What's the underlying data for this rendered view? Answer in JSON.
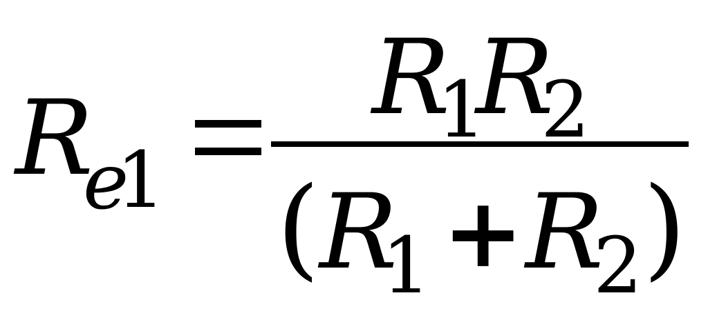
{
  "equation": {
    "lhs": {
      "symbol": "R",
      "subscript_letter": "e",
      "subscript_number": "1"
    },
    "equals": "=",
    "numerator": {
      "first_symbol": "R",
      "first_subscript": "1",
      "second_symbol": "R",
      "second_subscript": "2"
    },
    "denominator": {
      "open_paren": "(",
      "first_symbol": "R",
      "first_subscript": "1",
      "operator": "+",
      "second_symbol": "R",
      "second_subscript": "2",
      "close_paren": ")"
    },
    "color": "#000000"
  }
}
